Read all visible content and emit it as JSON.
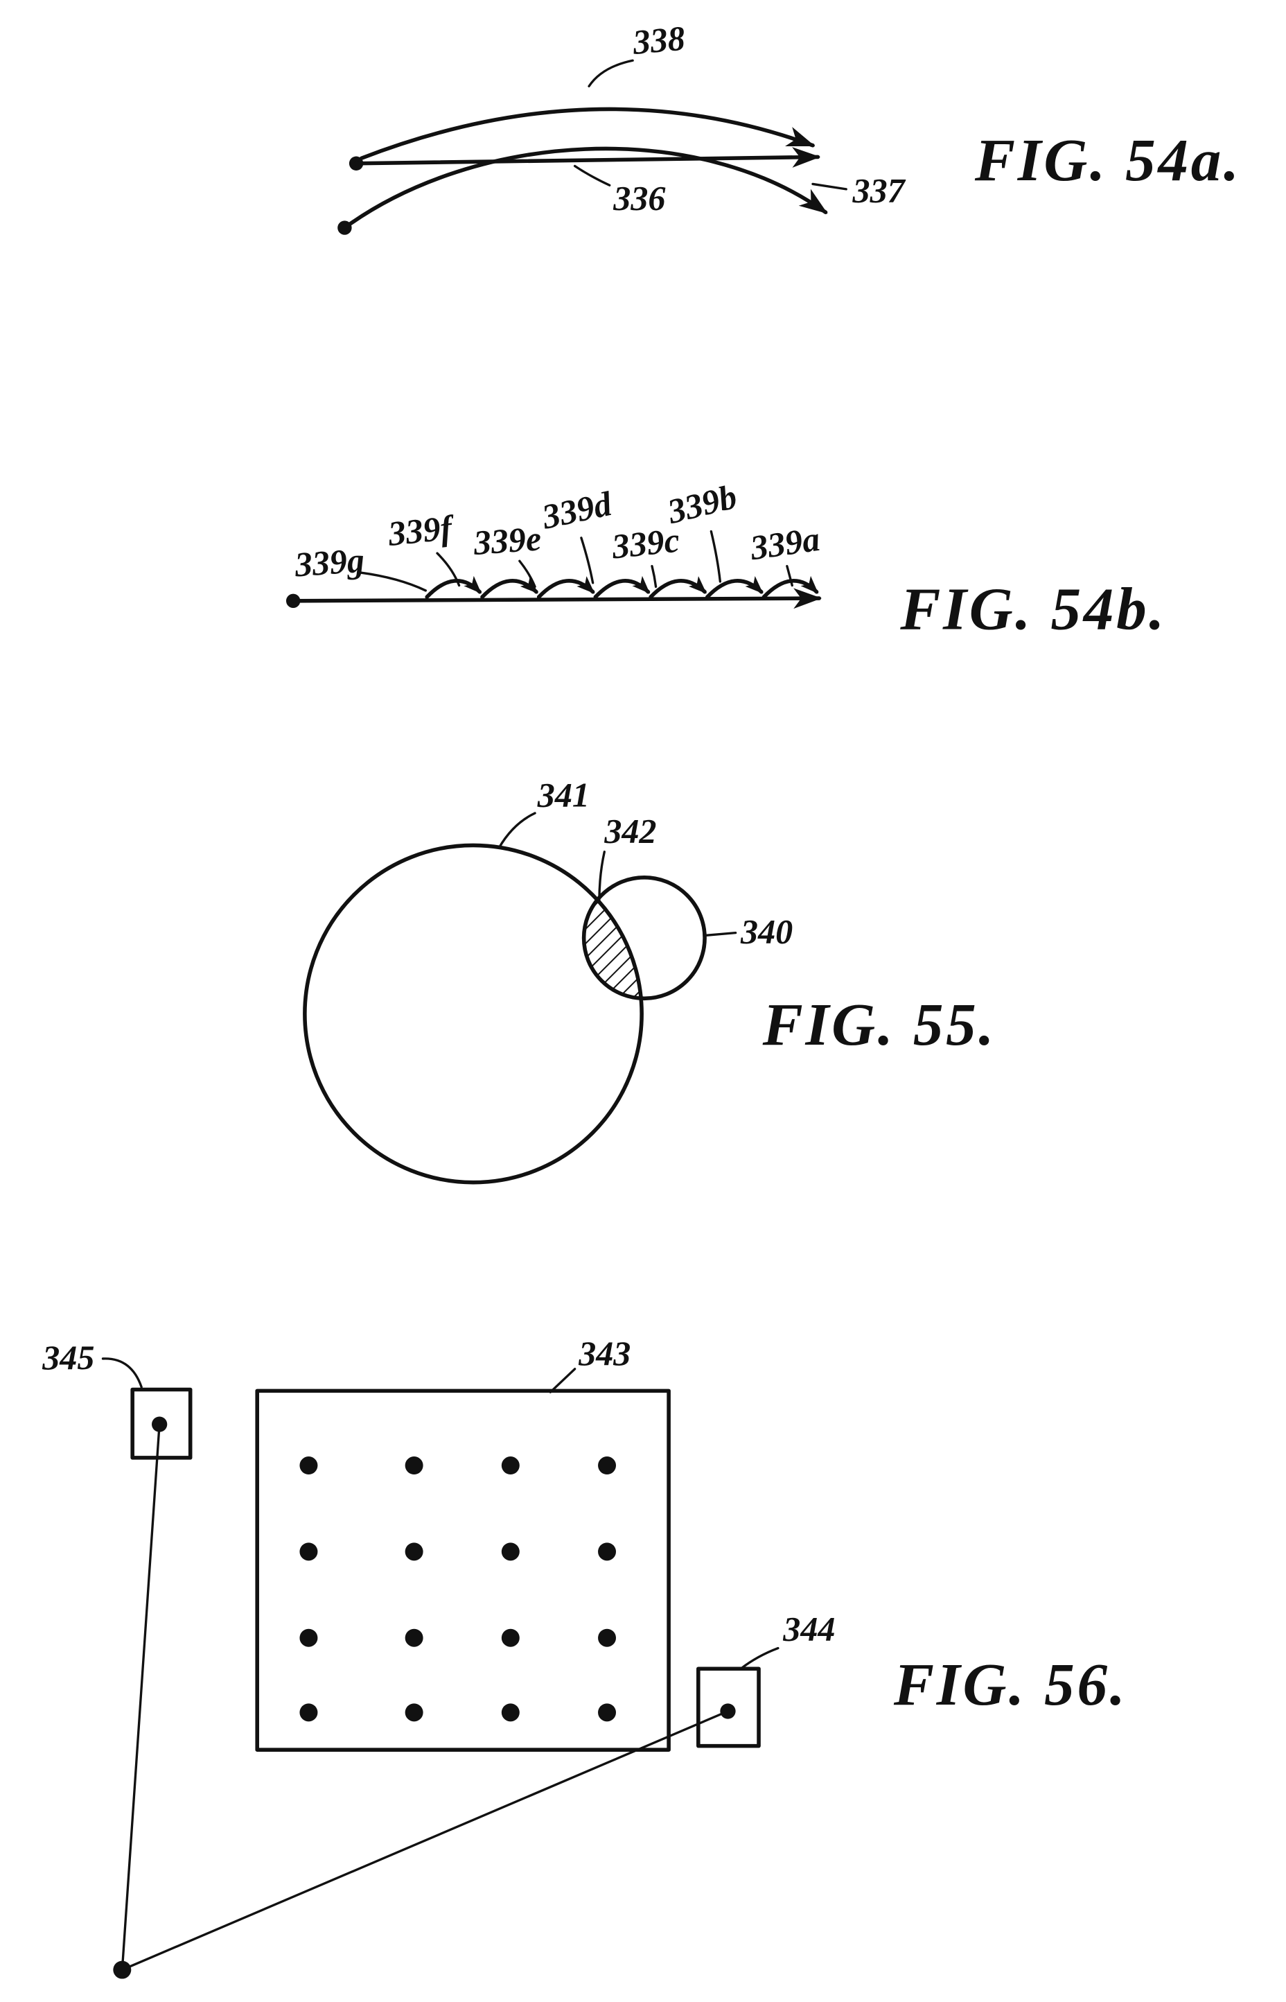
{
  "page": {
    "background": "#ffffff",
    "ink": "#111111"
  },
  "fig54a": {
    "title": "FIG. 54a.",
    "label_338": "338",
    "label_336": "336",
    "label_337": "337"
  },
  "fig54b": {
    "title": "FIG. 54b.",
    "label_339g": "339g",
    "label_339f": "339f",
    "label_339e": "339e",
    "label_339d": "339d",
    "label_339c": "339c",
    "label_339b": "339b",
    "label_339a": "339a"
  },
  "fig55": {
    "title": "FIG. 55.",
    "label_341": "341",
    "label_342": "342",
    "label_340": "340"
  },
  "fig56": {
    "title": "FIG. 56.",
    "label_345": "345",
    "label_343": "343",
    "label_344": "344"
  }
}
